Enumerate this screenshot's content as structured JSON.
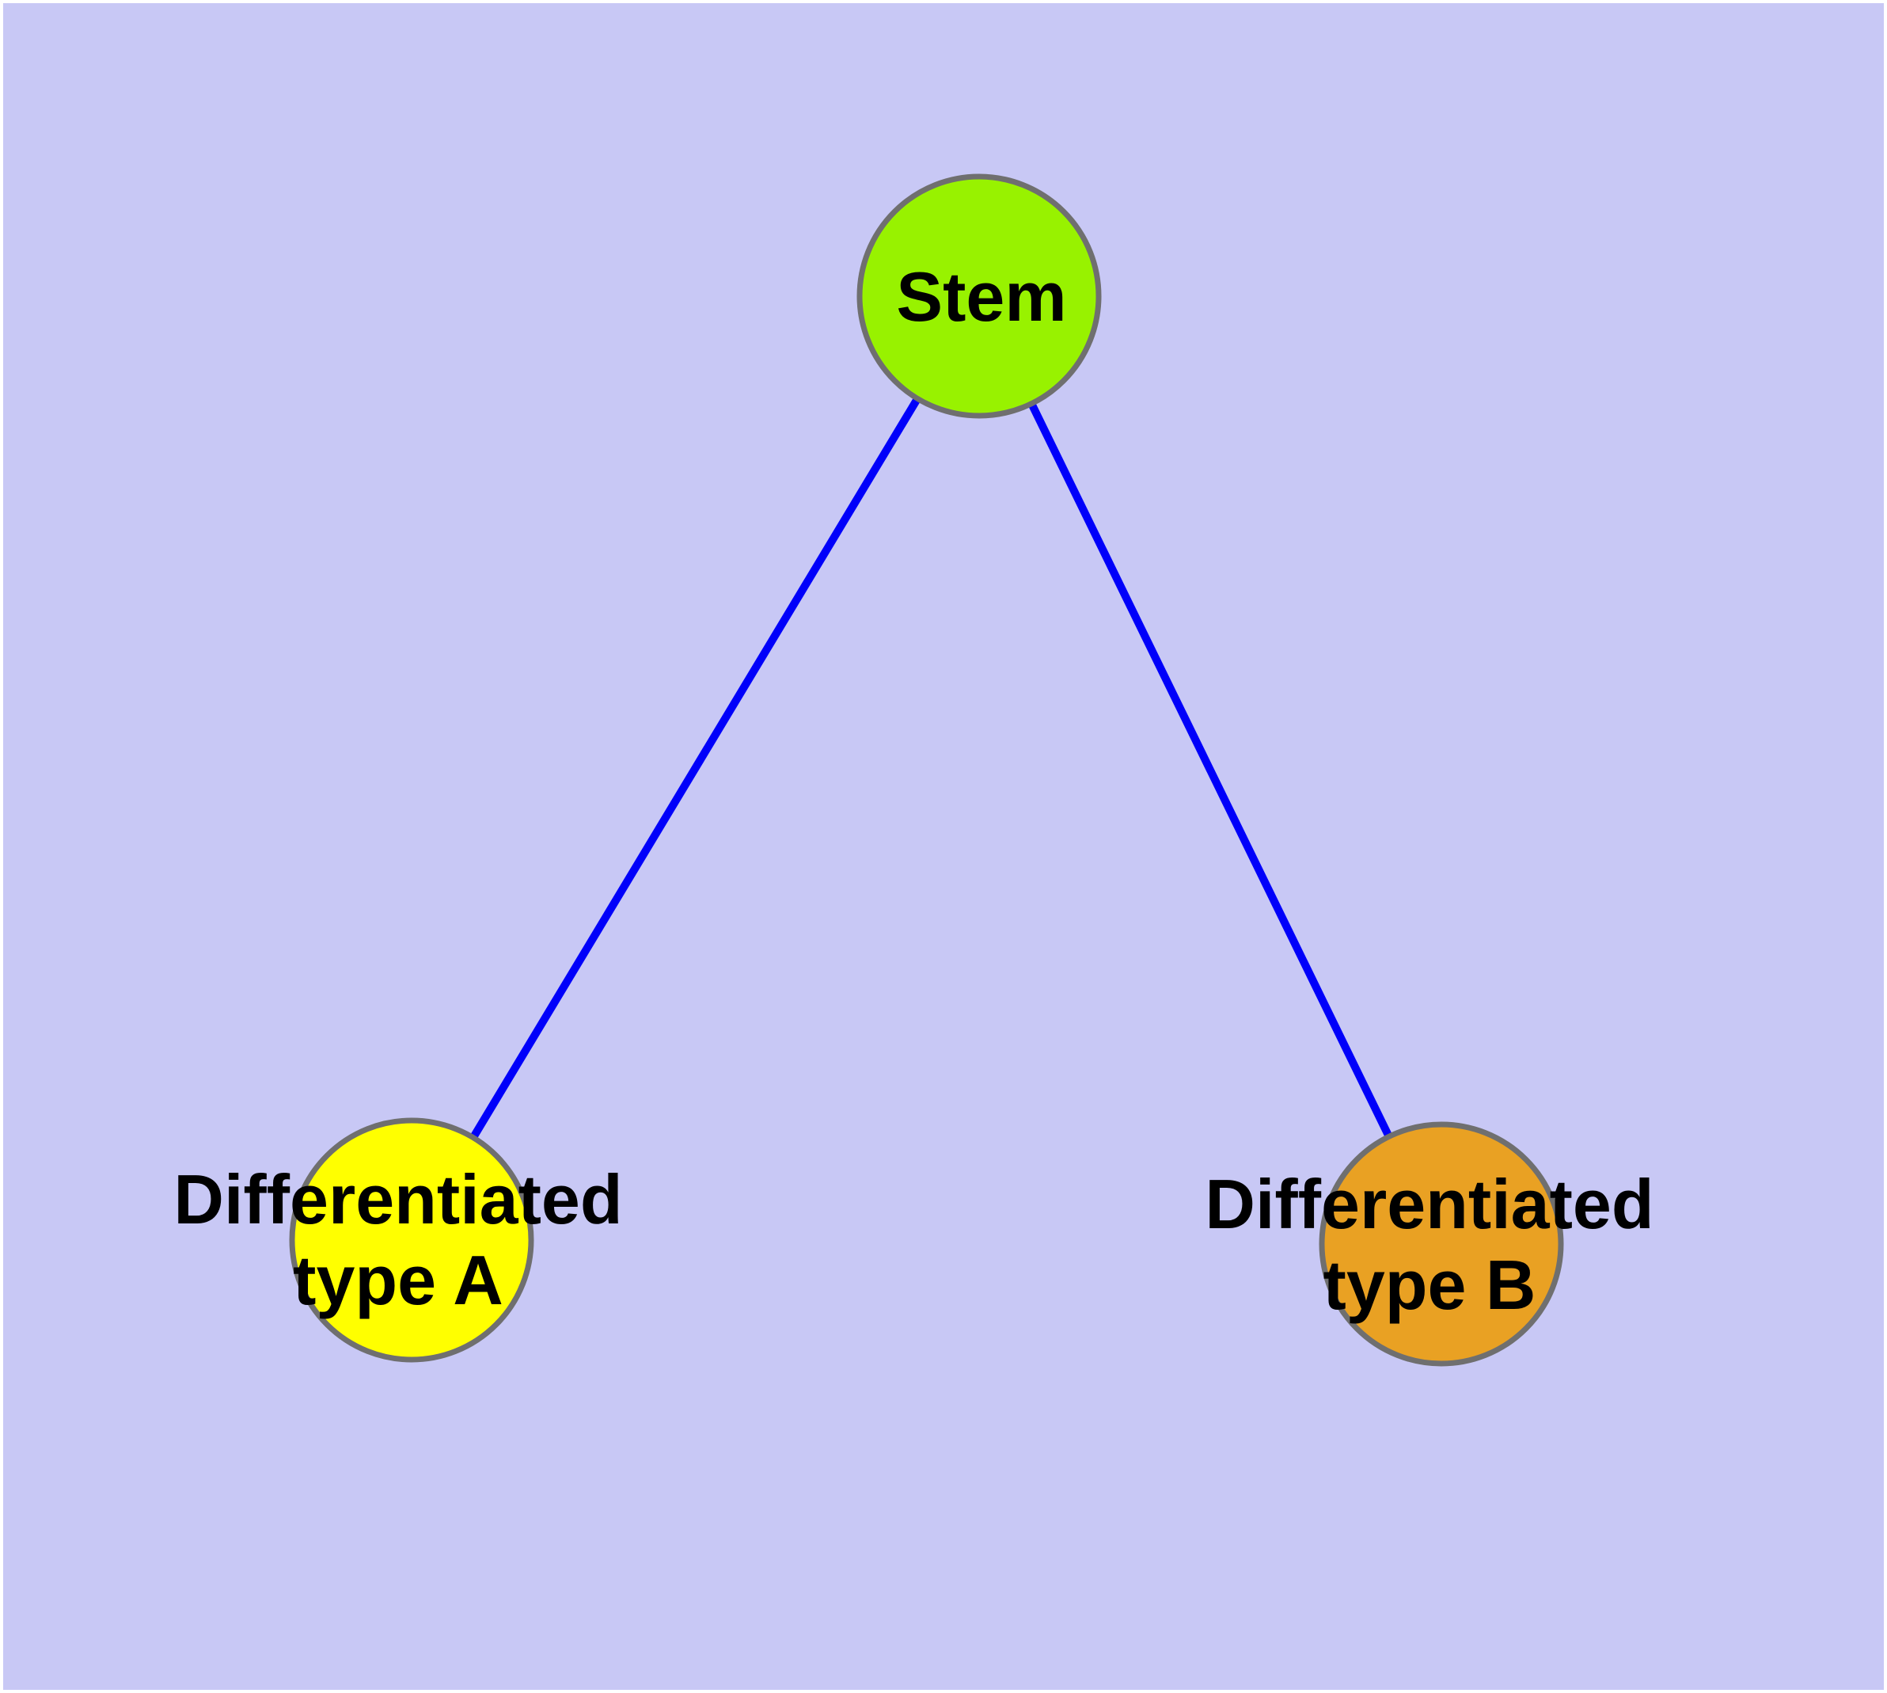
{
  "diagram": {
    "type": "node-link-graph",
    "background": "#C8C8F5",
    "page_background": "#FFFFFF"
  },
  "colors": {
    "edge": "#0000FA",
    "node_border": "#6F6F6F",
    "label_text": "#000000"
  },
  "nodes": [
    {
      "id": "stem",
      "label": "Stem",
      "color": "#98F200"
    },
    {
      "id": "typeA",
      "label": "Differentiated\ntype A",
      "color": "#FFFF00"
    },
    {
      "id": "typeB",
      "label": "Differentiated\ntype B",
      "color": "#E9A123"
    }
  ],
  "edges": [
    {
      "from": "stem",
      "to": "typeA"
    },
    {
      "from": "stem",
      "to": "typeB"
    }
  ]
}
